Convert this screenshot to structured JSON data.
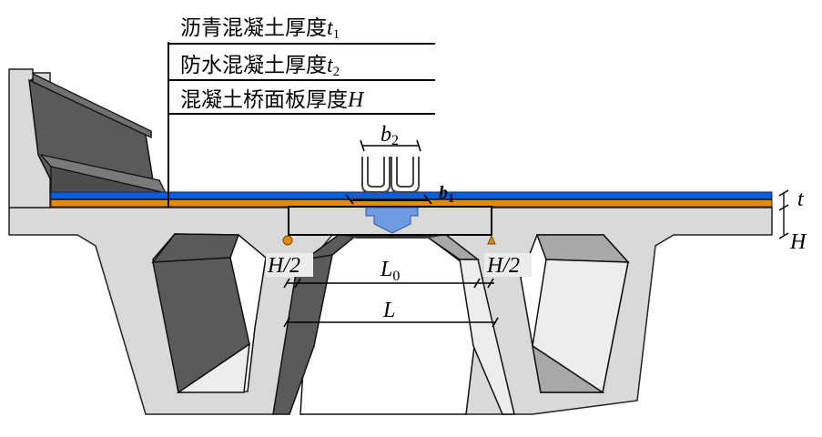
{
  "legend": {
    "asphalt": {
      "label": "沥青混凝土厚度",
      "symbol": "t",
      "subscript": "1"
    },
    "waterproof": {
      "label": "防水混凝土厚度",
      "symbol": "t",
      "subscript": "2"
    },
    "deck": {
      "label": "混凝土桥面板厚度",
      "symbol": "H"
    }
  },
  "dimensions": {
    "wheel_spacing": {
      "symbol": "b",
      "subscript": "2"
    },
    "contact_width": {
      "symbol": "b",
      "subscript": "1"
    },
    "pavement_thickness": {
      "symbol": "t"
    },
    "deck_thickness": {
      "symbol": "H"
    },
    "half_thickness_left": {
      "text": "H/2"
    },
    "half_thickness_right": {
      "text": "H/2"
    },
    "clear_span": {
      "symbol": "L",
      "subscript": "0"
    },
    "span": {
      "symbol": "L"
    }
  },
  "colors": {
    "asphalt_layer": "#0b5ed7",
    "waterproof_layer": "#e08a12",
    "concrete": "#d9d9d9",
    "load_distribution": "#6f9be0",
    "pin_support": "#e08a12",
    "roller_support": "#e08a12"
  }
}
